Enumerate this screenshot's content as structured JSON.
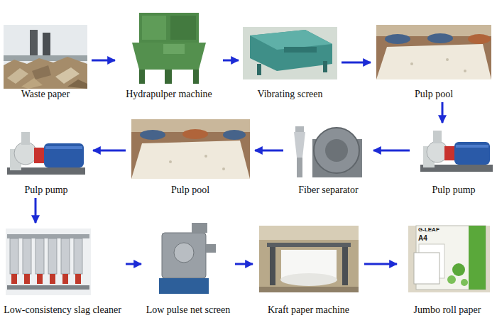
{
  "diagram": {
    "nodes": [
      {
        "text": [
          "Waste paper"
        ]
      },
      {
        "text": [
          "Hydrapulper machine"
        ]
      },
      {
        "text": [
          "Vibrating screen"
        ]
      },
      {
        "text": [
          "Pulp pool"
        ]
      },
      {
        "text": [
          "Pulp pump"
        ]
      },
      {
        "text": [
          "Fiber separator"
        ]
      },
      {
        "text": [
          "Pulp pool"
        ]
      },
      {
        "text": [
          "Pulp pump"
        ]
      },
      {
        "text": [
          "Low-consistency slag cleaner"
        ]
      },
      {
        "text": [
          "Low pulse net screen"
        ]
      },
      {
        "text": [
          "Kraft paper machine"
        ]
      },
      {
        "text": [
          "Jumbo roll paper"
        ]
      }
    ],
    "edges": [
      {
        "from": 0,
        "to": 1,
        "arrow": "to"
      },
      {
        "from": 1,
        "to": 2,
        "arrow": "to"
      },
      {
        "from": 2,
        "to": 3,
        "arrow": "to"
      },
      {
        "from": 3,
        "to": 4,
        "arrow": "to"
      },
      {
        "from": 4,
        "to": 5,
        "arrow": "to"
      },
      {
        "from": 5,
        "to": 6,
        "arrow": "to"
      },
      {
        "from": 6,
        "to": 7,
        "arrow": "to"
      },
      {
        "from": 7,
        "to": 8,
        "arrow": "to"
      },
      {
        "from": 8,
        "to": 9,
        "arrow": "to"
      },
      {
        "from": 9,
        "to": 10,
        "arrow": "to"
      },
      {
        "from": 10,
        "to": 11,
        "arrow": "to"
      }
    ],
    "labels": [
      "G-LEAF",
      "A4"
    ]
  }
}
